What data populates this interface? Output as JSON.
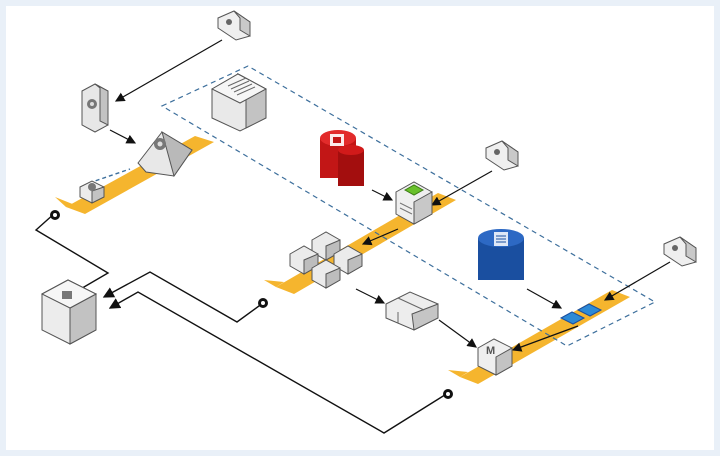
{
  "diagram": {
    "caption": "",
    "colors": {
      "background": "#e9f0f8",
      "canvas": "#ffffff",
      "band": "#f5b52e",
      "dashed_boundary": "#3d6f9c",
      "connector": "#111111",
      "node_light": "#f2f2f2",
      "node_mid": "#d6d6d6",
      "node_dark": "#a9a9a9",
      "red_service": "#d11a1a",
      "blue_service": "#1a4fa0",
      "green_chip": "#69c02b",
      "blue_chip": "#2d8ad6"
    },
    "icons": [
      "client-icon-top",
      "client-icon-middle",
      "client-icon-right",
      "server-icon",
      "warehouse-icon",
      "storage-gateway-icon",
      "small-cube-icon",
      "red-database-icon",
      "queue-green-icon",
      "cluster-cubes-icon",
      "package-box-icon",
      "blue-database-icon",
      "blue-tiles-icon",
      "m-cube-icon",
      "archive-cube-icon"
    ]
  }
}
